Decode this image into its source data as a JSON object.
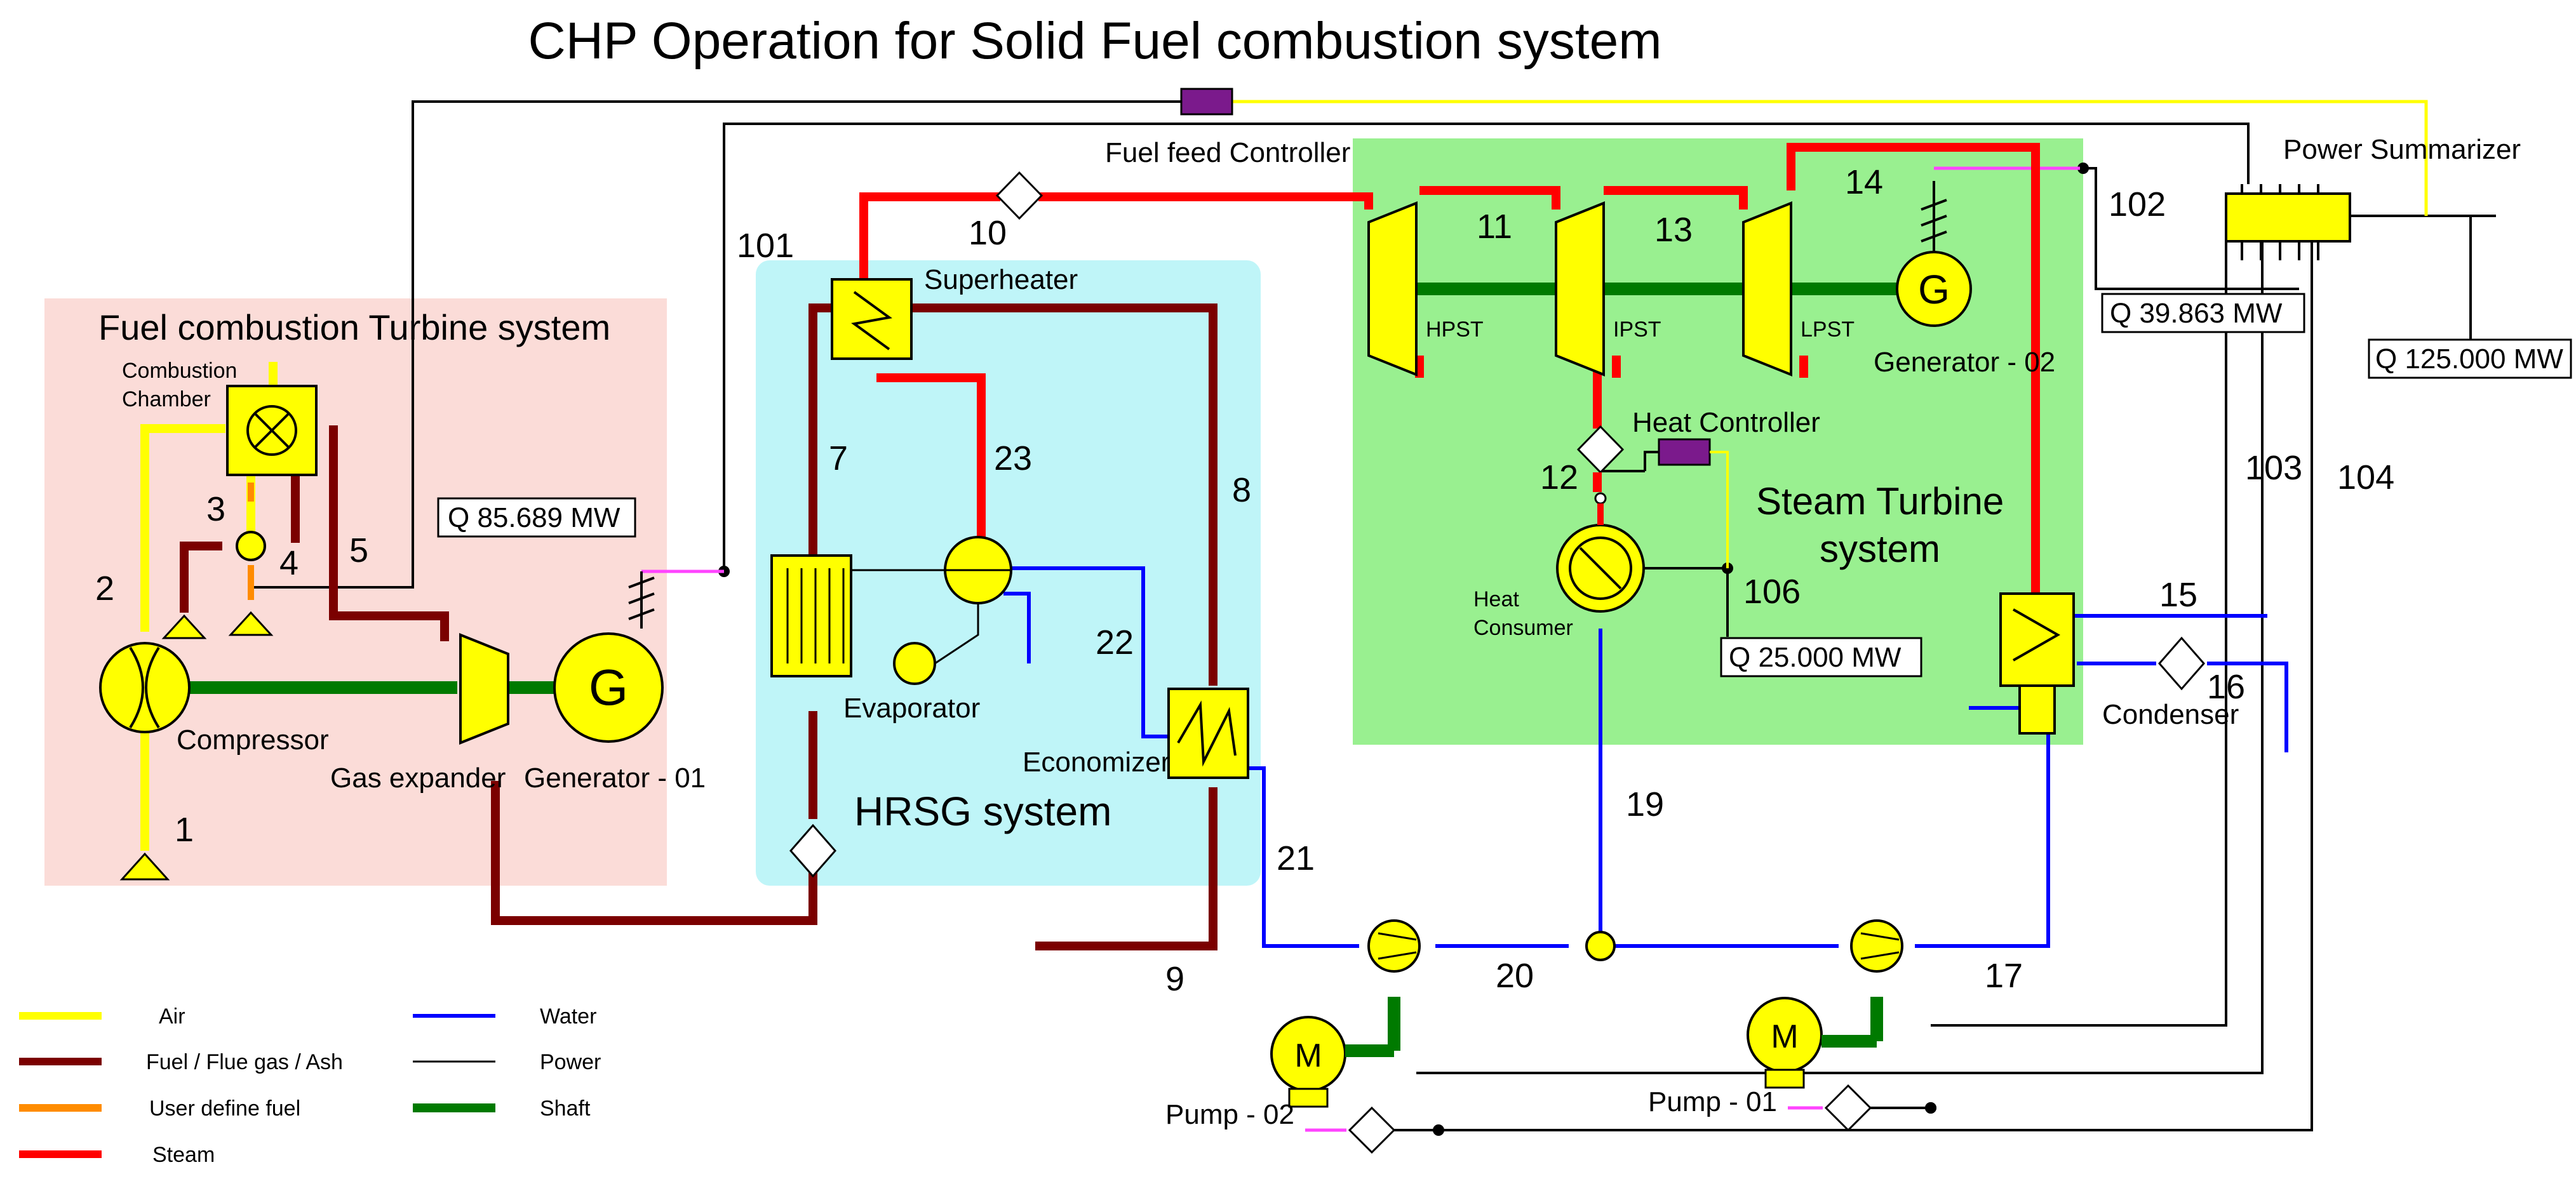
{
  "title": "CHP Operation for Solid Fuel combustion system",
  "regions": {
    "fuel_turbine": "Fuel combustion Turbine system",
    "hrsg": "HRSG system",
    "steam_turbine_1": "Steam Turbine",
    "steam_turbine_2": "system"
  },
  "components": {
    "combustion_chamber_1": "Combustion",
    "combustion_chamber_2": "Chamber",
    "compressor": "Compressor",
    "gas_expander": "Gas expander",
    "generator_01": "Generator - 01",
    "generator_g1": "G",
    "superheater": "Superheater",
    "evaporator": "Evaporator",
    "economizer": "Economizer",
    "fuel_feed_controller": "Fuel feed Controller",
    "hpst": "HPST",
    "ipst": "IPST",
    "lpst": "LPST",
    "generator_02": "Generator - 02",
    "generator_g2": "G",
    "heat_controller": "Heat Controller",
    "heat_consumer_1": "Heat",
    "heat_consumer_2": "Consumer",
    "condenser": "Condenser",
    "power_summarizer": "Power Summarizer",
    "pump_01": "Pump - 01",
    "pump_02": "Pump - 02",
    "motor_m1": "M",
    "motor_m2": "M"
  },
  "readouts": {
    "q_gen01": "Q  85.689  MW",
    "q_gen02": "Q  39.863  MW",
    "q_total": "Q  125.000  MW",
    "q_heat": "Q  25.000  MW"
  },
  "stream_numbers": {
    "s1": "1",
    "s2": "2",
    "s3": "3",
    "s4": "4",
    "s5": "5",
    "s7": "7",
    "s8": "8",
    "s9": "9",
    "s10": "10",
    "s11": "11",
    "s12": "12",
    "s13": "13",
    "s14": "14",
    "s15": "15",
    "s16": "16",
    "s17": "17",
    "s19": "19",
    "s20": "20",
    "s21": "21",
    "s22": "22",
    "s23": "23",
    "s101": "101",
    "s102": "102",
    "s103": "103",
    "s104": "104",
    "s106": "106"
  },
  "legend": [
    {
      "label": "Air",
      "color": "#ffff00"
    },
    {
      "label": "Fuel / Flue gas / Ash",
      "color": "#7b0000"
    },
    {
      "label": "User define fuel",
      "color": "#ff8c00"
    },
    {
      "label": "Steam",
      "color": "#ff0000"
    },
    {
      "label": "Water",
      "color": "#0000ff"
    },
    {
      "label": "Power",
      "color": "#000000"
    },
    {
      "label": "Shaft",
      "color": "#007a00"
    }
  ],
  "colors": {
    "fuel_region": "#fbdcd8",
    "hrsg_region": "#bff5f8",
    "steam_region": "#99f090",
    "equipment": "#ffff00",
    "controller": "#7b1a8c",
    "power_to_controller": "#ff44ff"
  }
}
